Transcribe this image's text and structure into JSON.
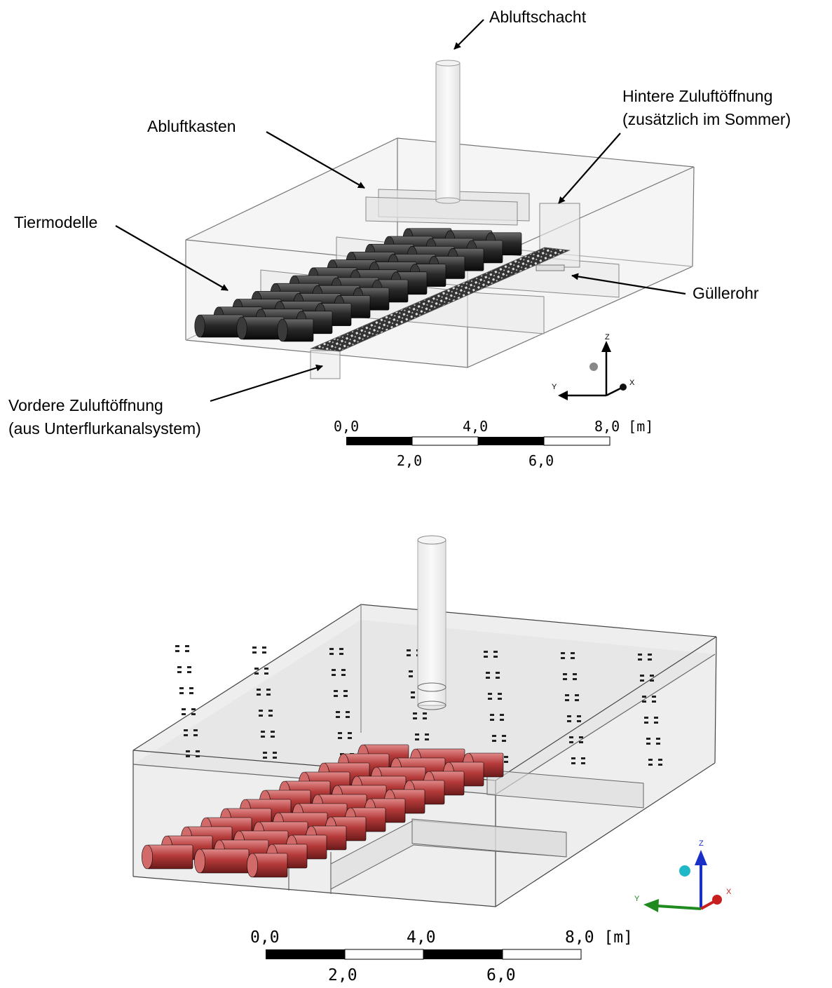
{
  "top_panel": {
    "labels": {
      "exhaust_shaft": "Abluftschacht",
      "exhaust_box": "Abluftkasten",
      "rear_inlet_line1": "Hintere Zuluftöffnung",
      "rear_inlet_line2": "(zusätzlich im Sommer)",
      "animal_models": "Tiermodelle",
      "manure_pipe": "Güllerohr",
      "front_inlet_line1": "Vordere Zuluftöffnung",
      "front_inlet_line2": "(aus Unterflurkanalsystem)"
    },
    "scale_bar": {
      "top_ticks": [
        "0,0",
        "4,0",
        "8,0 [m]"
      ],
      "bottom_ticks": [
        "2,0",
        "6,0"
      ]
    },
    "axes": {
      "z": "Z",
      "y": "Y",
      "x": "X"
    }
  },
  "bottom_panel": {
    "scale_bar": {
      "top_ticks": [
        "0,0",
        "4,0",
        "8,0 [m]"
      ],
      "bottom_ticks": [
        "2,0",
        "6,0"
      ]
    },
    "axes": {
      "z": "Z",
      "y": "Y",
      "x": "X"
    },
    "colors": {
      "animals": "#b53a3a",
      "z_axis": "#1a2fc8",
      "y_axis": "#1f8a1f",
      "x_axis": "#c81f1f",
      "node": "#1fb8c8"
    }
  }
}
